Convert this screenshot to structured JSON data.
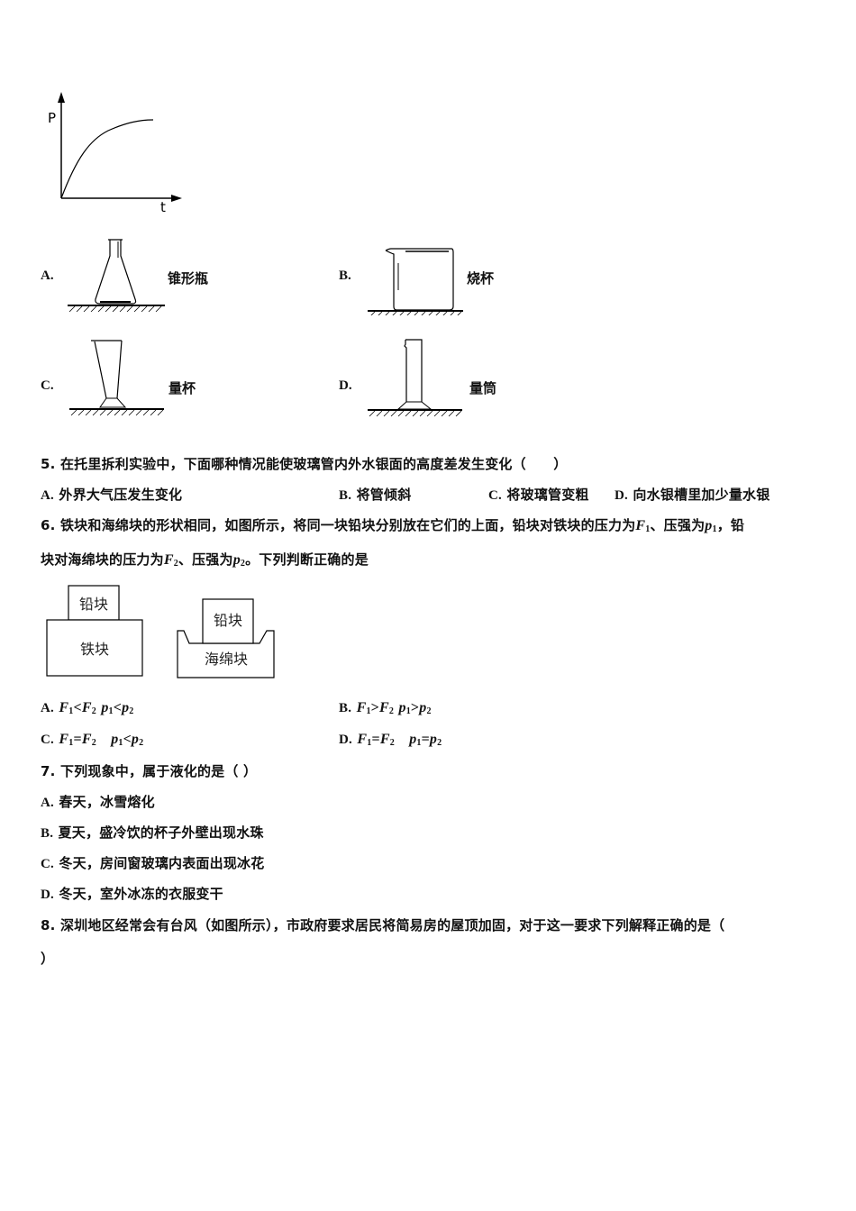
{
  "graph": {
    "y_axis_label": "P",
    "x_axis_label": "t"
  },
  "q4_options": [
    {
      "letter": "A.",
      "label": "锥形瓶",
      "icon": "erlenmeyer-flask-icon"
    },
    {
      "letter": "B.",
      "label": "烧杯",
      "icon": "beaker-icon"
    },
    {
      "letter": "C.",
      "label": "量杯",
      "icon": "measuring-cup-icon"
    },
    {
      "letter": "D.",
      "label": "量筒",
      "icon": "graduated-cylinder-icon"
    }
  ],
  "q5": {
    "number": "5.",
    "stem": "在托里拆利实验中，下面哪种情况能使玻璃管内外水银面的高度差发生变化（　　）",
    "options": [
      {
        "letter": "A.",
        "text": "外界大气压发生变化"
      },
      {
        "letter": "B.",
        "text": "将管倾斜"
      },
      {
        "letter": "C.",
        "text": "将玻璃管变粗"
      },
      {
        "letter": "D.",
        "text": "向水银槽里加少量水银"
      }
    ]
  },
  "q6": {
    "number": "6.",
    "stem_line1_a": "铁块和海绵块的形状相同，如图所示，将同一块铅块分别放在它们的上面，铅块对铁块的压力为",
    "F1": "F",
    "F1_sub": "1",
    "stem_line1_b": "、压强为",
    "p1": "p",
    "p1_sub": "1",
    "stem_line1_c": "，铅",
    "stem_line2_a": "块对海绵块的压力为",
    "F2": "F",
    "F2_sub": "2",
    "stem_line2_b": "、压强为",
    "p2": "p",
    "p2_sub": "2",
    "stem_line2_c": "。下列判断正确的是",
    "figure": {
      "lead_block": "铅块",
      "iron_block": "铁块",
      "sponge_block": "海绵块"
    },
    "options": [
      {
        "letter": "A.",
        "text": "F1<F2 p1<p2",
        "rel_F": "<",
        "rel_p": "<"
      },
      {
        "letter": "B.",
        "text": "F1>F2 p1>p2",
        "rel_F": ">",
        "rel_p": ">"
      },
      {
        "letter": "C.",
        "text": "F1=F2 p1<p2",
        "rel_F": "=",
        "rel_p": "<"
      },
      {
        "letter": "D.",
        "text": "F1=F2 p1=p2",
        "rel_F": "=",
        "rel_p": "="
      }
    ]
  },
  "q7": {
    "number": "7.",
    "stem": "下列现象中，属于液化的是（ ）",
    "options": [
      {
        "letter": "A.",
        "text": "春天，冰雪熔化"
      },
      {
        "letter": "B.",
        "text": "夏天，盛冷饮的杯子外壁出现水珠"
      },
      {
        "letter": "C.",
        "text": "冬天，房间窗玻璃内表面出现冰花"
      },
      {
        "letter": "D.",
        "text": "冬天，室外冰冻的衣服变干"
      }
    ]
  },
  "q8": {
    "number": "8.",
    "stem_line1": "深圳地区经常会有台风（如图所示），市政府要求居民将简易房的屋顶加固，对于这一要求下列解释正确的是（",
    "stem_line2": "）"
  }
}
